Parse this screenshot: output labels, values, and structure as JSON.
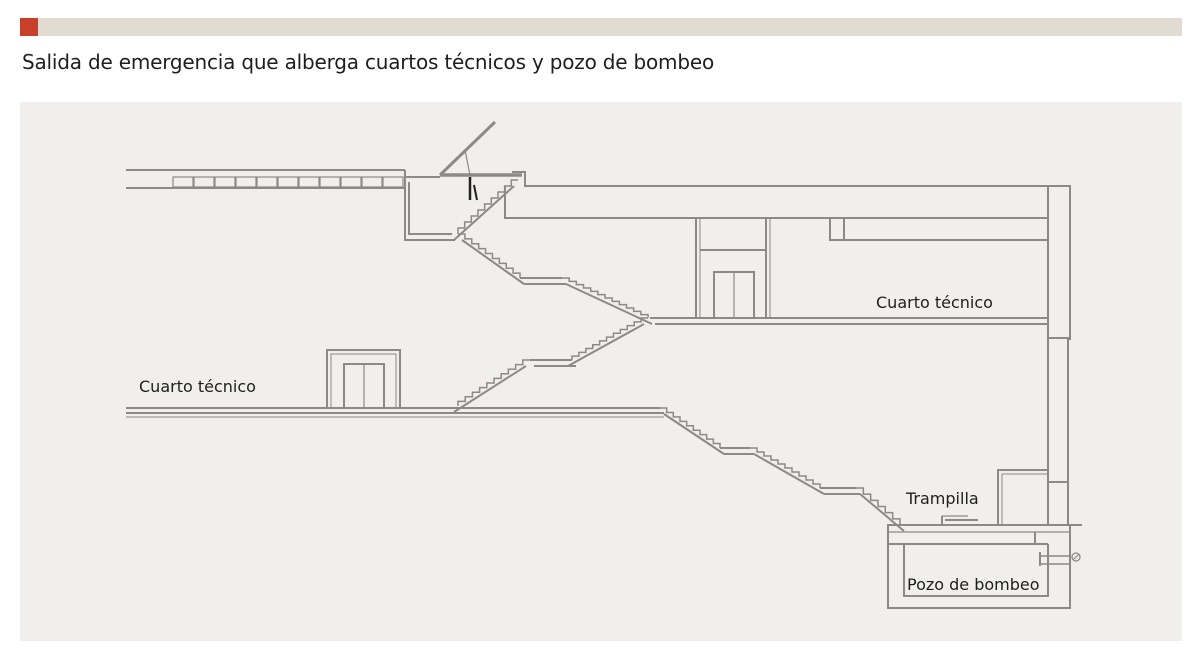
{
  "header": {
    "title": "Salida de emergencia que alberga cuartos técnicos y pozo de bombeo"
  },
  "labels": {
    "upper_room": "Cuarto técnico",
    "lower_room": "Cuarto técnico",
    "hatch": "Trampilla",
    "sump": "Pozo de bombeo"
  },
  "colors": {
    "accent": "#c8402a",
    "line": "#8c8986",
    "panel": "#f1efec",
    "bar": "#e2dbd1"
  }
}
